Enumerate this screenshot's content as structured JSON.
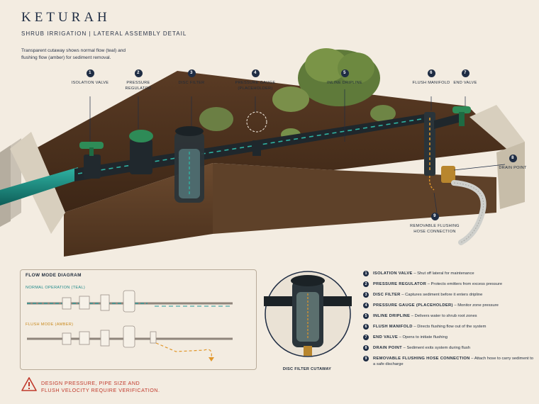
{
  "header": {
    "brand": "KETURAH",
    "subtitle": "SHRUB IRRIGATION  |  LATERAL ASSEMBLY DETAIL",
    "intro": "Transparent cutaway shows normal flow (teal) and flushing flow (amber) for sediment removal."
  },
  "colors": {
    "normal_flow": "#1f9a9a",
    "flush_flow": "#e0962a",
    "pipe": "#1b2226",
    "valve_green": "#2e8b57",
    "warning": "#c0392b"
  },
  "callouts": [
    {
      "n": "1",
      "label": "ISOLATION VALVE"
    },
    {
      "n": "2",
      "label": "PRESSURE REGULATOR"
    },
    {
      "n": "3",
      "label": "DISC FILTER"
    },
    {
      "n": "4",
      "label": "PRESSURE GAUGE (PLACEHOLDER)"
    },
    {
      "n": "5",
      "label": "INLINE DRIPLINE"
    },
    {
      "n": "6",
      "label": "FLUSH MANIFOLD"
    },
    {
      "n": "7",
      "label": "END VALVE"
    },
    {
      "n": "8",
      "label": "DRAIN POINT"
    },
    {
      "n": "9",
      "label": "REMOVABLE FLUSHING HOSE CONNECTION"
    }
  ],
  "flow_diagram": {
    "title": "FLOW MODE DIAGRAM",
    "normal_label": "NORMAL OPERATION (TEAL)",
    "flush_label": "FLUSH MODE (AMBER)"
  },
  "cutaway": {
    "label": "DISC FILTER CUTAWAY"
  },
  "legend": [
    {
      "n": "1",
      "name": "ISOLATION VALVE",
      "desc": "Shut off lateral for maintenance"
    },
    {
      "n": "2",
      "name": "PRESSURE REGULATOR",
      "desc": "Protects emitters from excess pressure"
    },
    {
      "n": "3",
      "name": "DISC FILTER",
      "desc": "Captures sediment before it enters dripline"
    },
    {
      "n": "4",
      "name": "PRESSURE GAUGE (PLACEHOLDER)",
      "desc": "Monitor zone pressure"
    },
    {
      "n": "5",
      "name": "INLINE DRIPLINE",
      "desc": "Delivers water to shrub root zones"
    },
    {
      "n": "6",
      "name": "FLUSH MANIFOLD",
      "desc": "Directs flushing flow out of the system"
    },
    {
      "n": "7",
      "name": "END VALVE",
      "desc": "Opens to initiate flushing"
    },
    {
      "n": "8",
      "name": "DRAIN POINT",
      "desc": "Sediment exits system during flush"
    },
    {
      "n": "9",
      "name": "REMOVABLE FLUSHING HOSE CONNECTION",
      "desc": "Attach hose to carry sediment to a safe discharge"
    }
  ],
  "warning": {
    "icon": "warning-triangle-icon",
    "line1": "DESIGN PRESSURE, PIPE SIZE AND",
    "line2": "FLUSH VELOCITY REQUIRE VERIFICATION."
  }
}
